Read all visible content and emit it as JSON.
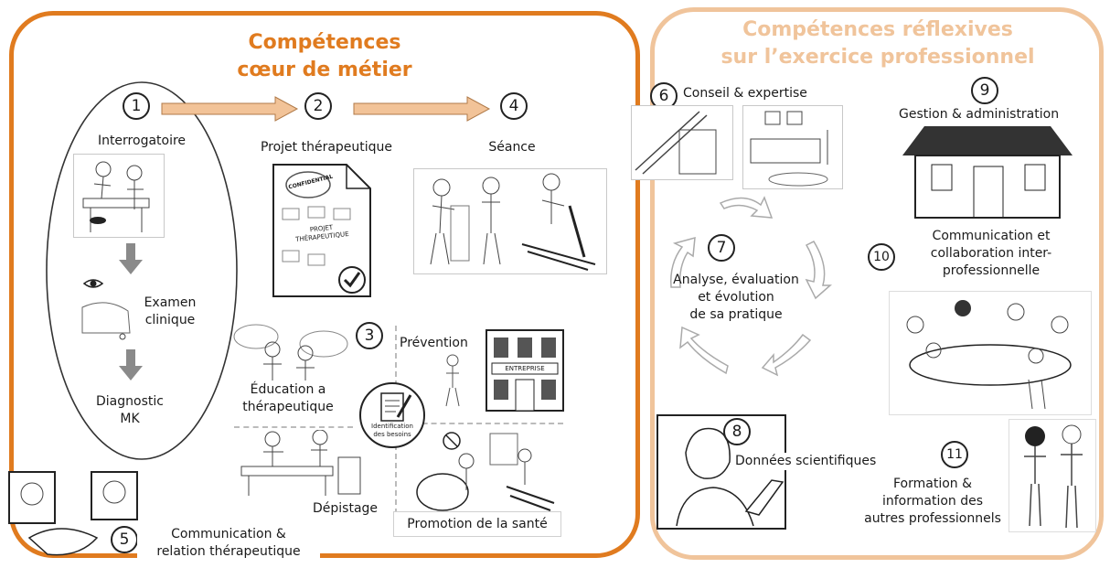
{
  "colors": {
    "core": "#e07b1f",
    "reflexive": "#f0c49b",
    "arrow_fill": "#f2c398",
    "arrow_gray": "#8a8a8a"
  },
  "core": {
    "title": "Compétences\ncœur de métier",
    "n1": "1",
    "interrogatoire": "Interrogatoire",
    "examen": "Examen\nclinique",
    "diagnostic": "Diagnostic\nMK",
    "n2": "2",
    "projet": "Projet thérapeutique",
    "projet_sheet": {
      "stamp": "CONFIDENTIAL",
      "center": "PROJET\nTHÉRAPEUTIQUE"
    },
    "n4": "4",
    "seance": "Séance",
    "n3": "3",
    "education": "Éducation a\nthérapeutique",
    "prevention": "Prévention",
    "entreprise": "ENTREPRISE",
    "identification": "Identification\ndes besoins",
    "depistage": "Dépistage",
    "promotion": "Promotion de la santé",
    "n5": "5",
    "communication": "Communication &\nrelation thérapeutique"
  },
  "reflexive": {
    "title": "Compétences réflexives\nsur l’exercice professionnel",
    "n6": "6",
    "conseil": "Conseil & expertise",
    "n9": "9",
    "gestion": "Gestion & administration",
    "n7": "7",
    "analyse": "Analyse, évaluation\net évolution\nde sa pratique",
    "n10": "10",
    "collab": "Communication et\ncollaboration inter-\nprofessionnelle",
    "n8": "8",
    "donnees": "Données scientifiques",
    "n11": "11",
    "formation": "Formation &\ninformation des\nautres professionnels"
  }
}
